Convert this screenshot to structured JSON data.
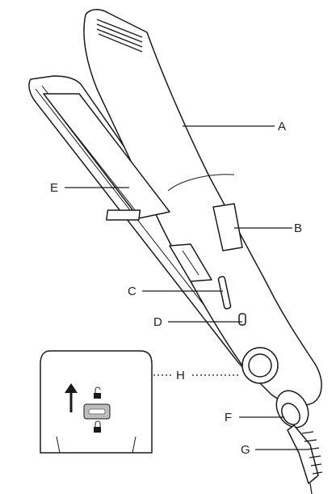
{
  "diagram": {
    "callouts": [
      {
        "id": "A",
        "label": "A"
      },
      {
        "id": "B",
        "label": "B"
      },
      {
        "id": "C",
        "label": "C"
      },
      {
        "id": "D",
        "label": "D"
      },
      {
        "id": "E",
        "label": "E"
      },
      {
        "id": "F",
        "label": "F"
      },
      {
        "id": "G",
        "label": "G"
      },
      {
        "id": "H",
        "label": "H"
      }
    ],
    "inset_icons": [
      "up-arrow-icon",
      "unlocked-padlock-icon",
      "locked-padlock-icon",
      "lock-slider-switch"
    ]
  }
}
